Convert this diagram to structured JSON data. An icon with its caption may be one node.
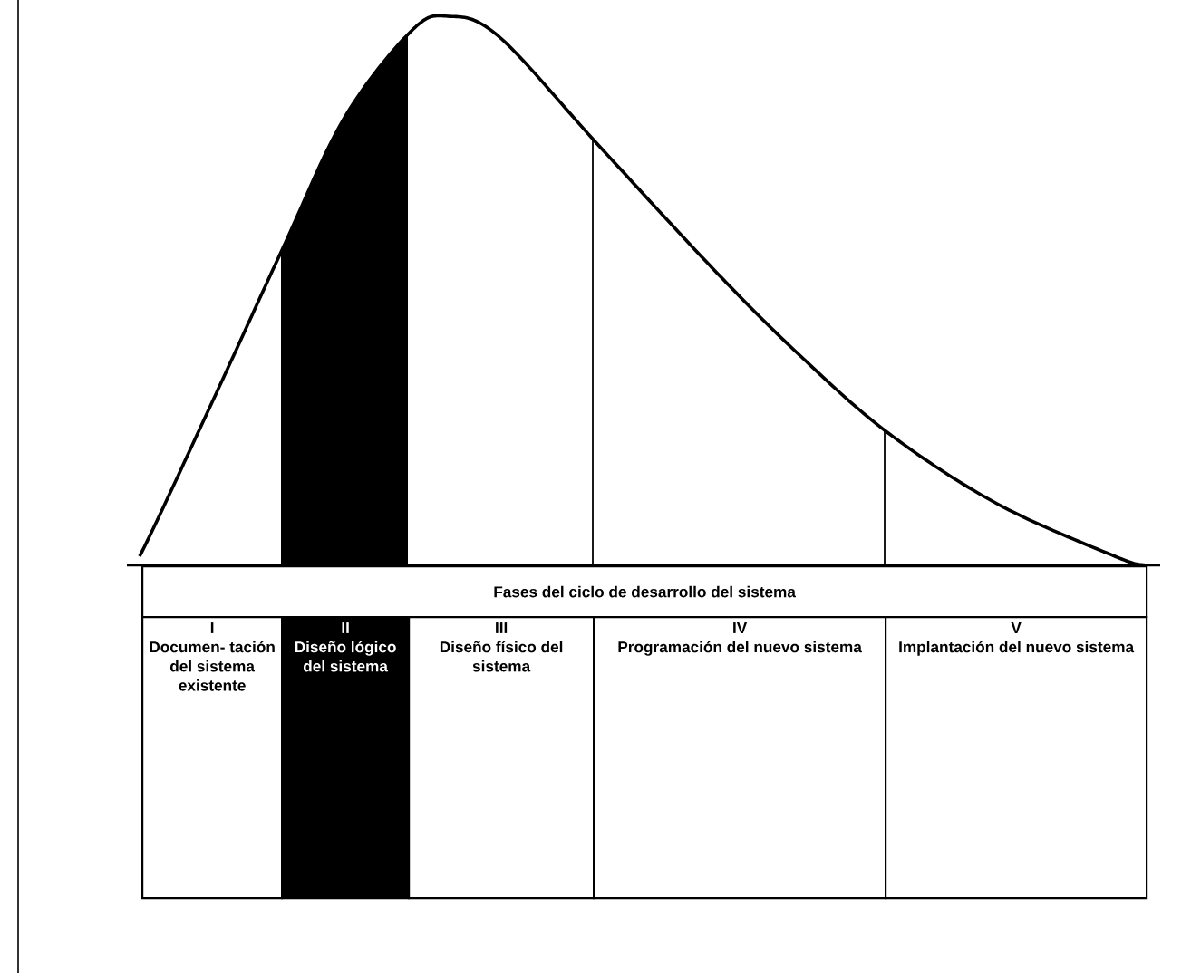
{
  "diagram": {
    "nodes": [
      {
        "text": [
          "Fases del ciclo de desarrollo del sistema"
        ]
      },
      {
        "text": [
          "I",
          "Documen- tación del sistema existente"
        ]
      },
      {
        "text": [
          "II",
          "Diseño lógico del sistema"
        ]
      },
      {
        "text": [
          "III",
          "Diseño físico del sistema"
        ]
      },
      {
        "text": [
          "IV",
          "Programación del nuevo sistema"
        ]
      },
      {
        "text": [
          "V",
          "Implantación del nuevo sistema"
        ]
      }
    ]
  }
}
